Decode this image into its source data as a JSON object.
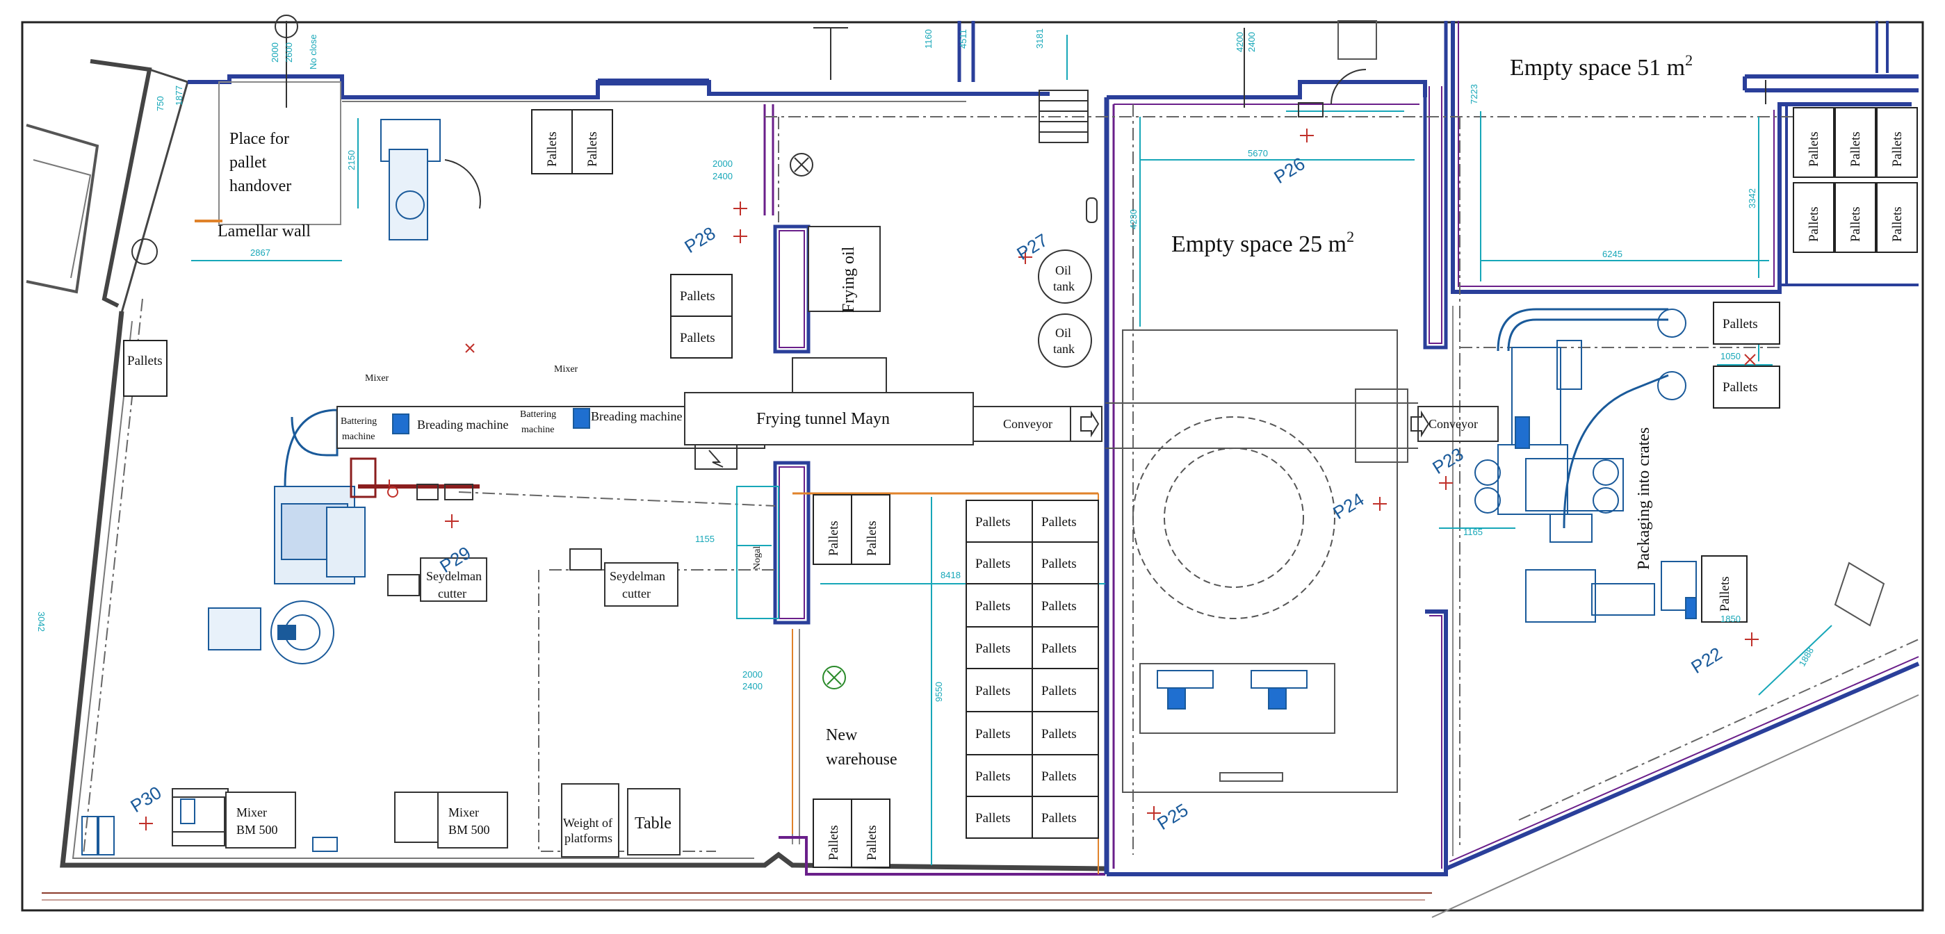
{
  "areas": {
    "empty_space_51": "Empty space 51 m",
    "empty_space_51_sup": "2",
    "empty_space_25": "Empty space 25 m",
    "empty_space_25_sup": "2",
    "pallet_handover_1": "Place for",
    "pallet_handover_2": "pallet",
    "pallet_handover_3": "handover",
    "lamellar_wall": "Lamellar wall",
    "new_warehouse_1": "New",
    "new_warehouse_2": "warehouse",
    "packaging": "Packaging into crates"
  },
  "equipment": {
    "frying_oil": "Frying oil",
    "oil_tank_1": "Oil",
    "oil_tank_2": "tank",
    "frying_tunnel": "Frying tunnel Mayn",
    "conveyor": "Conveyor",
    "battering_1": "Battering",
    "battering_2": "machine",
    "breading": "Breading machine",
    "mixer": "Mixer",
    "seydelman_1": "Seydelman",
    "seydelman_2": "cutter",
    "mixer_bm_1": "Mixer",
    "mixer_bm_2": "BM 500",
    "weight_1": "Weight of",
    "weight_2": "platforms",
    "table": "Table",
    "pallets": "Pallets",
    "nogal": "Nogal"
  },
  "points": {
    "p22": "P22",
    "p23": "P23",
    "p24": "P24",
    "p25": "P25",
    "p26": "P26",
    "p27": "P27",
    "p28": "P28",
    "p29": "P29",
    "p30": "P30"
  },
  "dimensions": {
    "d2000_2600": "2000",
    "d2600": "2600",
    "d_no": "No close",
    "d750": "750",
    "d1877": "1877",
    "d2867": "2867",
    "d2150": "2150",
    "d2000b": "2000",
    "d2400b": "2400",
    "d4200": "4200",
    "d2400c": "2400",
    "d5670": "5670",
    "d4230": "4230",
    "d7223": "7223",
    "d3342": "3342",
    "d6245": "6245",
    "d1160": "1160",
    "d1155": "1155",
    "d8418": "8418",
    "d9550": "9550",
    "d1050": "1050",
    "d1165": "1165",
    "d1888": "1888",
    "d3181": "3181",
    "d4511": "4511",
    "d2000c": "2000",
    "d2400d": "2400",
    "d1850": "1850",
    "d3042": "3042"
  },
  "colors": {
    "wall_blue": "#2a3f9a",
    "wall_purple": "#6a1f8a",
    "dim_cyan": "#17a7b8",
    "equip_blue": "#1a5a9a",
    "line_grey": "#555555",
    "accent_orange": "#e0822a",
    "accent_red": "#c0302a"
  }
}
